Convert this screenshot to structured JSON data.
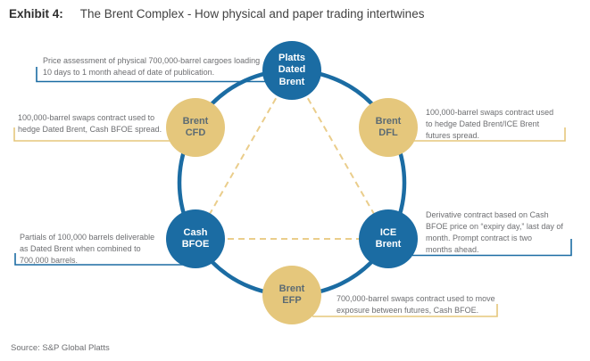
{
  "header": {
    "exhibit_label": "Exhibit 4:",
    "title": "The Brent Complex - How physical and paper trading intertwines"
  },
  "footer": {
    "source": "Source: S&P Global Platts"
  },
  "colors": {
    "node_blue": "#1b6ca3",
    "node_tan": "#e5c77c",
    "dashed_link": "#eacd8b",
    "annotation_text": "#6d6e71",
    "title_text": "#424242"
  },
  "diagram": {
    "nodes": [
      {
        "id": "platts-dated-brent",
        "label": "Platts\nDated\nBrent",
        "color": "blue"
      },
      {
        "id": "brent-cfd",
        "label": "Brent\nCFD",
        "color": "tan"
      },
      {
        "id": "brent-dfl",
        "label": "Brent\nDFL",
        "color": "tan"
      },
      {
        "id": "cash-bfoe",
        "label": "Cash\nBFOE",
        "color": "blue"
      },
      {
        "id": "ice-brent",
        "label": "ICE\nBrent",
        "color": "blue"
      },
      {
        "id": "brent-efp",
        "label": "Brent\nEFP",
        "color": "tan"
      }
    ],
    "links": [
      {
        "from": "platts-dated-brent",
        "to": "cash-bfoe",
        "style": "dashed"
      },
      {
        "from": "platts-dated-brent",
        "to": "ice-brent",
        "style": "dashed"
      },
      {
        "from": "cash-bfoe",
        "to": "ice-brent",
        "style": "dashed"
      },
      {
        "ring": "all six nodes sit on one solid blue circle"
      }
    ],
    "annotations": {
      "platts": "Price assessment of physical 700,000-barrel cargoes loading\n10 days to 1 month ahead of date of publication.",
      "cfd": "100,000-barrel swaps contract used to\nhedge Dated Brent, Cash BFOE spread.",
      "dfl": "100,000-barrel swaps contract used\nto hedge Dated Brent/ICE Brent\nfutures spread.",
      "bfoe": "Partials of 100,000 barrels deliverable\nas Dated Brent when combined to\n700,000 barrels.",
      "ice": "Derivative contract based on Cash\nBFOE price on “expiry day,” last day of\nmonth. Prompt contract is two\nmonths ahead.",
      "efp": "700,000-barrel swaps contract used to move\nexposure between futures, Cash BFOE."
    }
  }
}
